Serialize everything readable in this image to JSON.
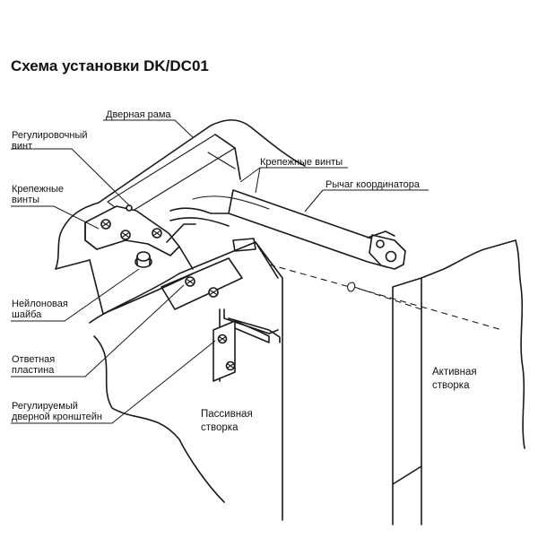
{
  "diagram": {
    "title": "Схема установки DK/DC01",
    "labels": {
      "door_frame": "Дверная рама",
      "adjusting_screw_1": "Регулировочный",
      "adjusting_screw_2": "винт",
      "mount_screws_left_1": "Крепежные",
      "mount_screws_left_2": "винты",
      "mount_screws_top": "Крепежные винты",
      "coordinator_lever": "Рычаг координатора",
      "nylon_washer_1": "Нейлоновая",
      "nylon_washer_2": "шайба",
      "strike_plate_1": "Ответная",
      "strike_plate_2": "пластина",
      "bracket_1": "Регулируемый",
      "bracket_2": "дверной кронштейн",
      "active_leaf_1": "Активная",
      "active_leaf_2": "створка",
      "passive_leaf_1": "Пассивная",
      "passive_leaf_2": "створка"
    }
  }
}
